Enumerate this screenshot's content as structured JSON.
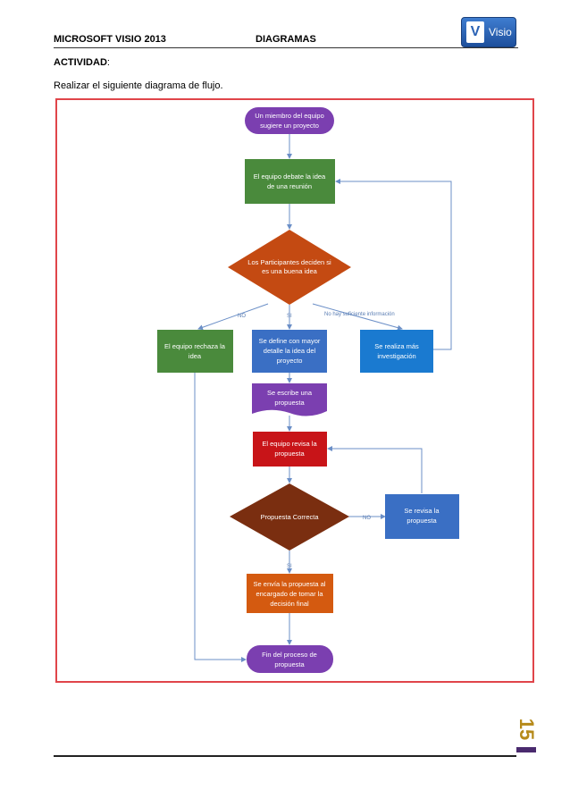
{
  "header": {
    "left": "MICROSOFT VISIO 2013",
    "center": "DIAGRAMAS",
    "logo_text": "Visio",
    "logo_icon": "visio-logo-icon"
  },
  "section": {
    "title": "ACTIVIDAD",
    "title_suffix": ":",
    "intro": "Realizar el siguiente diagrama de flujo."
  },
  "flowchart": {
    "colors": {
      "purple": "#7b3fb0",
      "green": "#4a8a3c",
      "orange_red": "#c44a12",
      "blue": "#3a6fc4",
      "blue_light": "#1a7ad0",
      "red": "#c81418",
      "brown": "#7a2e10",
      "orange": "#d45a10",
      "connector": "#6b8fc7",
      "frame": "#e0454a"
    },
    "nodes": {
      "start": [
        "Un miembro del equipo",
        "sugiere un proyecto"
      ],
      "debate": [
        "El equipo debate la idea",
        "de una reunión"
      ],
      "decide": [
        "Los Participantes deciden si",
        "es una buena idea"
      ],
      "reject": [
        "El equipo rechaza la",
        "idea"
      ],
      "define": [
        "Se define con mayor",
        "detalle la idea del",
        "proyecto"
      ],
      "research": [
        "Se realiza más",
        "investigación"
      ],
      "write": [
        "Se escribe una",
        "propuesta"
      ],
      "review": [
        "El equipo revisa la",
        "propuesta"
      ],
      "correct": [
        "Propuesta Correcta"
      ],
      "revise": [
        "Se revisa la",
        "propuesta"
      ],
      "send": [
        "Se envía la propuesta al",
        "encargado de tomar la",
        "decisión final"
      ],
      "end": [
        "Fin del proceso de",
        "propuesta"
      ]
    },
    "edge_labels": {
      "no1": "NO",
      "si1": "SI",
      "info": "No hay suficiente información",
      "no2": "NO",
      "si2": "SI"
    }
  },
  "footer": {
    "page_number": "15"
  }
}
